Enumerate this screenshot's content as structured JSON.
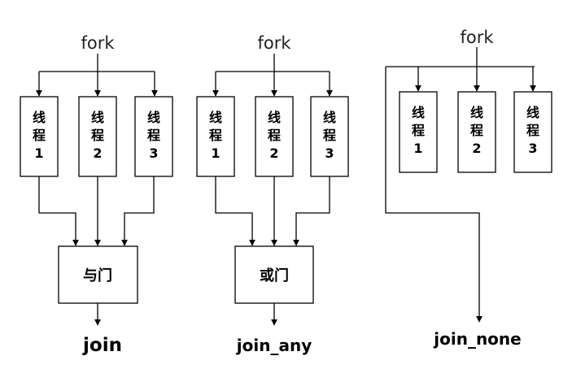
{
  "panels": [
    {
      "fork_label": "fork",
      "threads": [
        {
          "line1": "线",
          "line2": "程",
          "line3": "1"
        },
        {
          "line1": "线",
          "line2": "程",
          "line3": "2"
        },
        {
          "line1": "线",
          "line2": "程",
          "line3": "3"
        }
      ],
      "gate_label": "与门",
      "join_label": "join"
    },
    {
      "fork_label": "fork",
      "threads": [
        {
          "line1": "线",
          "line2": "程",
          "line3": "1"
        },
        {
          "line1": "线",
          "line2": "程",
          "line3": "2"
        },
        {
          "line1": "线",
          "line2": "程",
          "line3": "3"
        }
      ],
      "gate_label": "或门",
      "join_label": "join_any"
    },
    {
      "fork_label": "fork",
      "threads": [
        {
          "line1": "线",
          "line2": "程",
          "line3": "1"
        },
        {
          "line1": "线",
          "line2": "程",
          "line3": "2"
        },
        {
          "line1": "线",
          "line2": "程",
          "line3": "3"
        }
      ],
      "join_label": "join_none"
    }
  ]
}
